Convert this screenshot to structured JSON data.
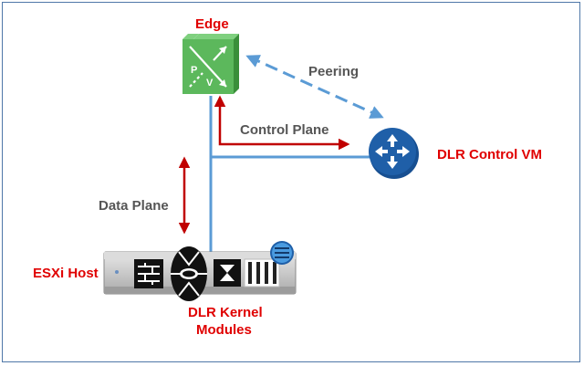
{
  "nodes": {
    "edge": {
      "label": "Edge",
      "icon": "router-icon",
      "glyph_p": "P",
      "glyph_v": "V",
      "color": "#5cb85c"
    },
    "dlr_control_vm": {
      "label": "DLR Control VM",
      "icon": "router-icon",
      "color": "#1f5fa8"
    },
    "esxi_host": {
      "label": "ESXi Host",
      "icon": "server-icon"
    },
    "dlr_kernel_modules": {
      "label_line1": "DLR Kernel",
      "label_line2": "Modules",
      "icon": "kernel-modules-icon"
    }
  },
  "connections": {
    "peering": {
      "label": "Peering",
      "color": "#5b9bd5"
    },
    "control_plane": {
      "label": "Control Plane",
      "color": "#c00000"
    },
    "data_plane": {
      "label": "Data Plane",
      "color": "#c00000"
    }
  },
  "colors": {
    "network_line": "#5b9bd5",
    "label_red": "#e00000",
    "label_gray": "#555555",
    "frame": "#4f77a8"
  }
}
